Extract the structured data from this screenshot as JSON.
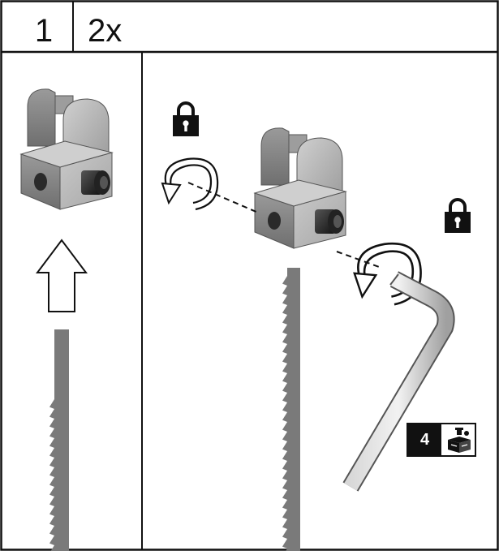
{
  "header": {
    "step_number": "1",
    "quantity": "2x"
  },
  "hardware_badge": {
    "count": "4",
    "icon": "hardware-box-icon"
  },
  "icons": [
    "lock-icon",
    "rotate-arrow-icon",
    "up-arrow-icon",
    "allen-key-icon",
    "blade-clamp",
    "saw-blade"
  ],
  "colors": {
    "line": "#111111",
    "part_light": "#b5b5b5",
    "part_mid": "#8f8f8f",
    "part_dark": "#6e6e6e"
  }
}
